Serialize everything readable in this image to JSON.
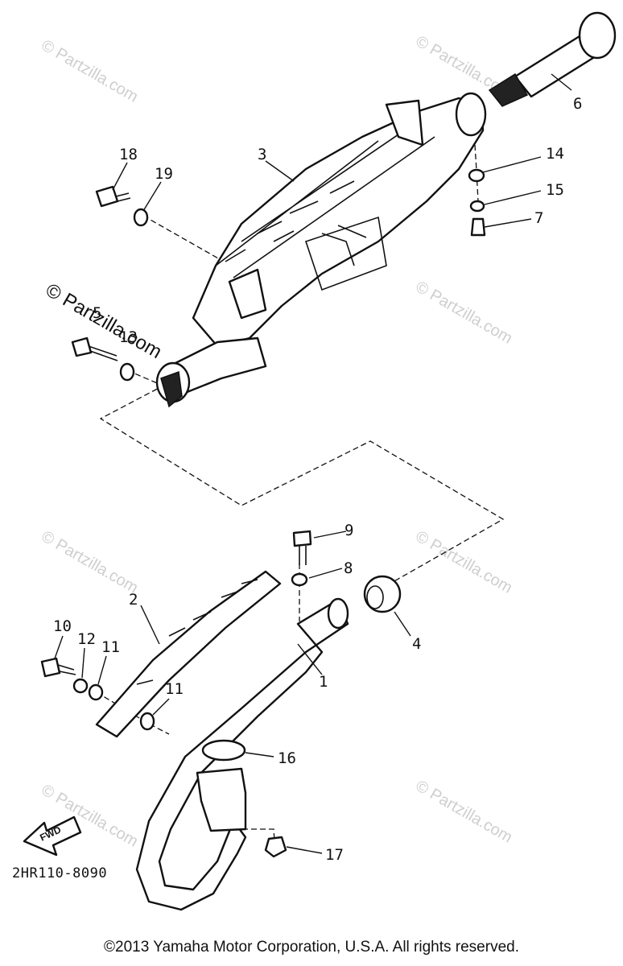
{
  "watermark_text": "© Partzilla.com",
  "diagram_code": "2HR110-8090",
  "fwd_label": "FWD",
  "copyright": "©2013 Yamaha Motor Corporation, U.S.A. All rights reserved.",
  "callouts": {
    "c1": "1",
    "c2": "2",
    "c3": "3",
    "c4": "4",
    "c6": "6",
    "c7": "7",
    "c8": "8",
    "c9": "9",
    "c10": "10",
    "c11a": "11",
    "c11b": "11",
    "c12": "12",
    "c13": "13",
    "c14": "14",
    "c15": "15",
    "c16": "16",
    "c17": "17",
    "c18": "18",
    "c19": "19",
    "c5": "5"
  }
}
